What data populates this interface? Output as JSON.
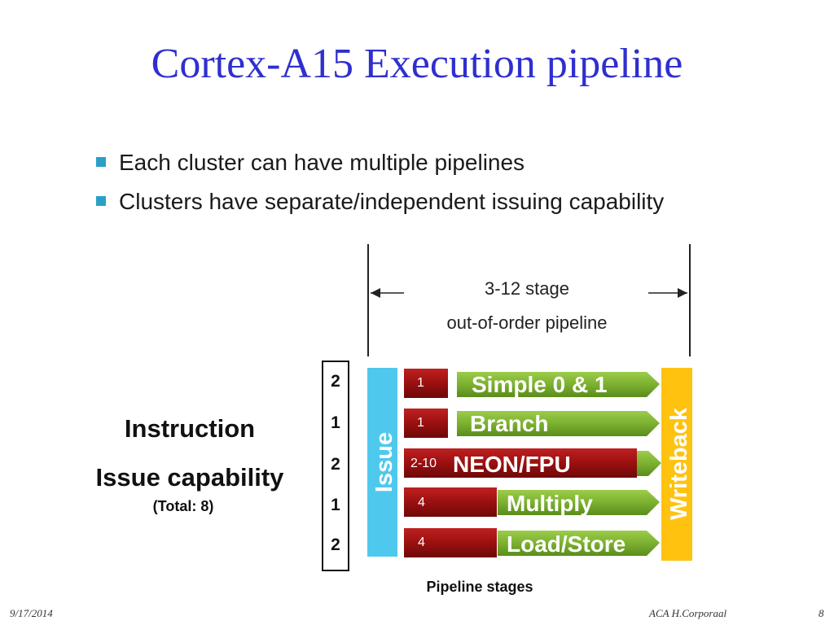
{
  "slide": {
    "title": "Cortex-A15 Execution pipeline",
    "bullets": [
      "Each cluster can have multiple pipelines",
      "Clusters have separate/independent issuing capability"
    ]
  },
  "diagram": {
    "range_label_line1": "3-12 stage",
    "range_label_line2": "out-of-order pipeline",
    "issue_label": "Issue",
    "writeback_label": "Writeback",
    "capability_line1": "Instruction",
    "capability_line2": "Issue capability",
    "capability_total": "(Total: 8)",
    "xlabel": "Pipeline stages",
    "pipelines": [
      {
        "capability": "2",
        "stages": "1",
        "name": "Simple 0 & 1"
      },
      {
        "capability": "1",
        "stages": "1",
        "name": "Branch"
      },
      {
        "capability": "2",
        "stages": "2-10",
        "name": "NEON/FPU"
      },
      {
        "capability": "1",
        "stages": "4",
        "name": "Multiply"
      },
      {
        "capability": "2",
        "stages": "4",
        "name": "Load/Store"
      }
    ],
    "colors": {
      "issue": "#4fc8ee",
      "writeback": "#ffc20e",
      "stage_box": "#9a1010",
      "arrow": "#7cb030",
      "title": "#2f2fd0",
      "bullet": "#2aa0c8"
    }
  },
  "footer": {
    "date": "9/17/2014",
    "author": "ACA H.Corporaal",
    "page": "8"
  }
}
